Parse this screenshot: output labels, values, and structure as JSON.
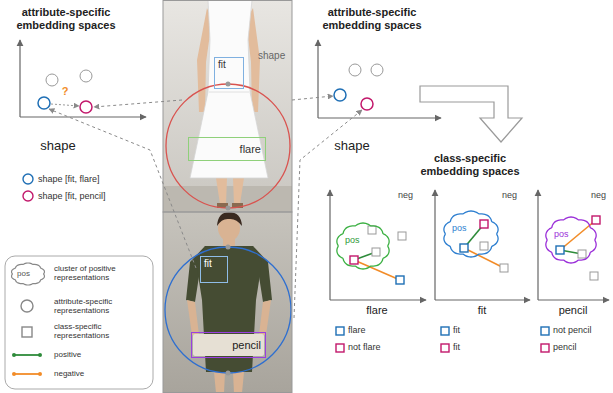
{
  "diagram": {
    "nodes": [
      {
        "text": [
          "fit"
        ]
      },
      {
        "text": [
          "flare"
        ]
      },
      {
        "text": [
          "fit"
        ]
      },
      {
        "text": [
          "pencil"
        ]
      },
      {
        "text": [
          "pos"
        ]
      },
      {
        "text": [
          "pos"
        ]
      },
      {
        "text": [
          "pos"
        ]
      }
    ],
    "labels": [
      "attribute-specific embedding spaces",
      "shape",
      "?",
      "shape",
      "attribute-specific embedding spaces",
      "shape",
      "class-specific embedding spaces",
      "neg",
      "flare",
      "neg",
      "fit",
      "neg",
      "pencil",
      "pos"
    ],
    "legend": [
      {
        "text": "shape [fit, flare]"
      },
      {
        "text": "shape [fit, pencil]"
      },
      {
        "text": "cluster of positive representations"
      },
      {
        "text": "attribute-specific representations"
      },
      {
        "text": "class-specific representations"
      },
      {
        "text": "positive"
      },
      {
        "text": "negative"
      },
      {
        "text": "flare"
      },
      {
        "text": "not flare"
      },
      {
        "text": "fit"
      },
      {
        "text": "fit"
      },
      {
        "text": "not pencil"
      },
      {
        "text": "pencil"
      }
    ]
  }
}
